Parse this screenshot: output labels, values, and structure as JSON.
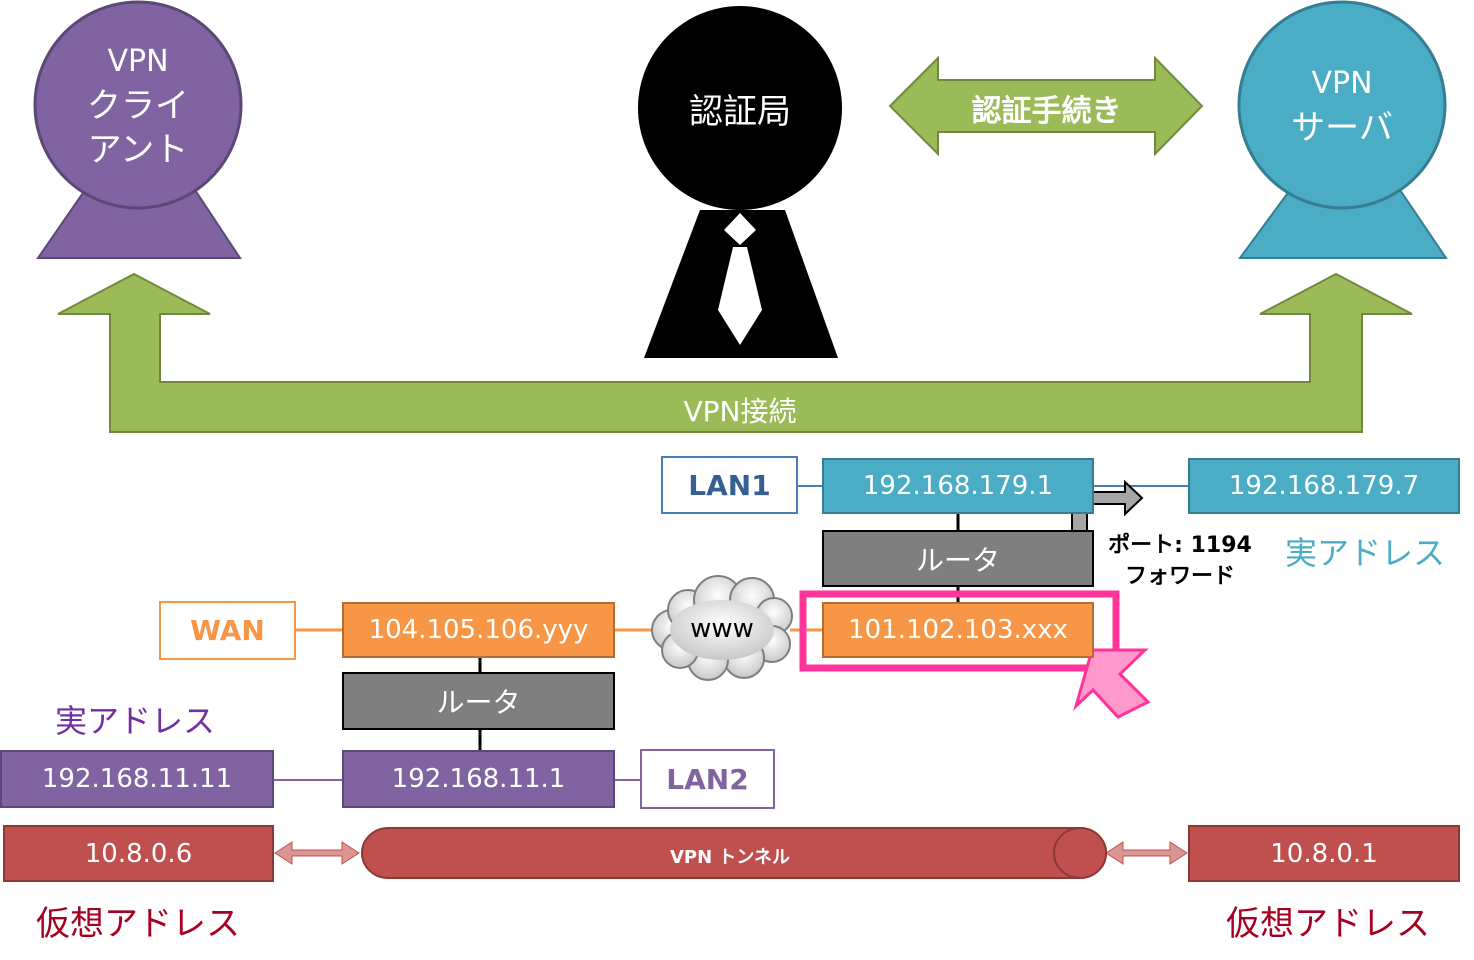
{
  "colors": {
    "purple": "#8064a2",
    "purple_border": "#5c4776",
    "teal": "#4bacc6",
    "teal_border": "#357d91",
    "green": "#9bbb59",
    "green_border": "#71893f",
    "orange": "#f79646",
    "orange_border": "#b66d31",
    "gray": "#7f7f7f",
    "red": "#c0504d",
    "red_border": "#8c3836",
    "dark_red": "#a50021",
    "blue_label": "#376092",
    "pink": "#ff3399",
    "pink_fill": "#ff99cc"
  },
  "client": {
    "line1": "VPN",
    "line2": "クライ",
    "line3": "アント"
  },
  "ca": {
    "label": "認証局"
  },
  "server": {
    "line1": "VPN",
    "line2": "サーバ"
  },
  "auth_arrow": {
    "label": "認証手続き"
  },
  "vpn_connection": {
    "label": "VPN接続"
  },
  "lan1": {
    "label": "LAN1",
    "router_ip": "192.168.179.1",
    "server_ip": "192.168.179.7",
    "real_address": "実アドレス",
    "router": "ルータ",
    "port_forward_line1": "ポート: 1194",
    "port_forward_line2": "フォワード",
    "wan_ip": "101.102.103.xxx"
  },
  "wan": {
    "label": "WAN",
    "router_ip": "104.105.106.yyy",
    "cloud": "www"
  },
  "lan2": {
    "label": "LAN2",
    "router": "ルータ",
    "router_ip": "192.168.11.1",
    "client_ip": "192.168.11.11",
    "real_address": "実アドレス"
  },
  "tunnel": {
    "label": "VPN トンネル",
    "client_virtual_ip": "10.8.0.6",
    "server_virtual_ip": "10.8.0.1",
    "virtual_address_left": "仮想アドレス",
    "virtual_address_right": "仮想アドレス"
  }
}
